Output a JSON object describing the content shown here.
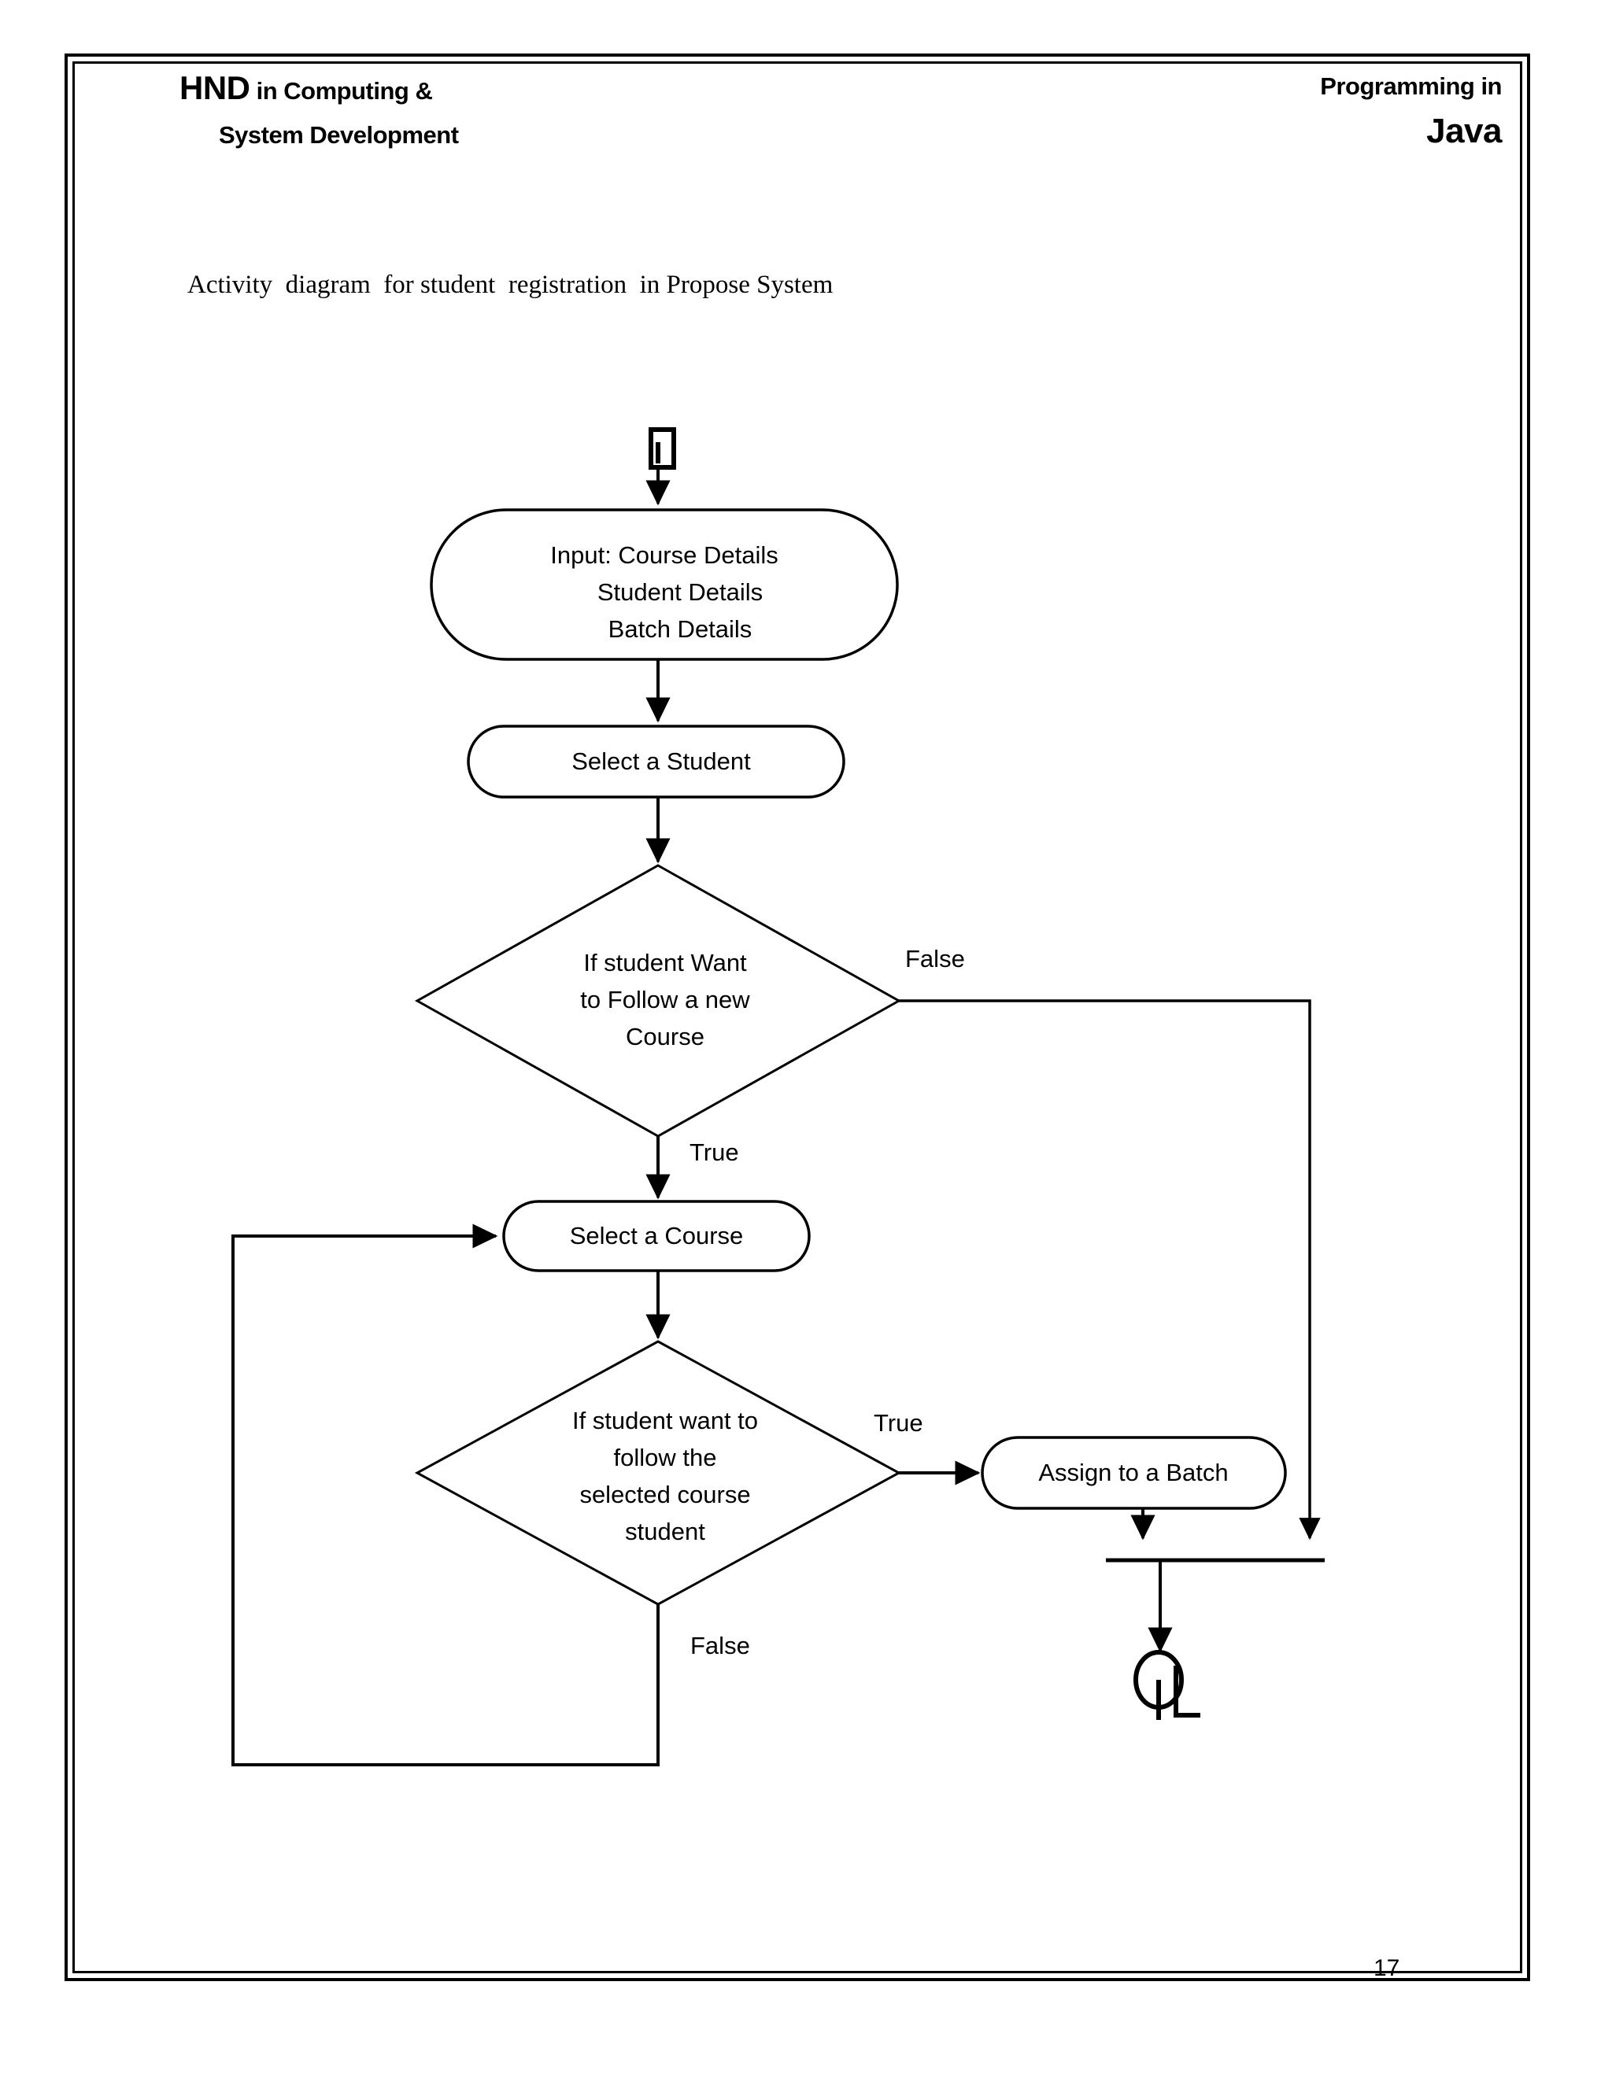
{
  "header": {
    "left_main": "HND",
    "left_main_suffix": " in Computing &",
    "left_second": "System Development",
    "right_first": "Programming in",
    "right_second": "Java"
  },
  "caption": "Activity  diagram  for student  registration  in Propose System",
  "page_number": "17",
  "colors": {
    "ink": "#000000",
    "paper": "#ffffff"
  },
  "chart_data": {
    "type": "diagram",
    "title": "Activity  diagram  for student  registration  in Propose System",
    "nodes": [
      {
        "id": "start",
        "kind": "start-node",
        "label": ""
      },
      {
        "id": "input",
        "kind": "action",
        "label_lines": [
          "Input:  Course Details",
          "Student Details",
          "Batch Details"
        ]
      },
      {
        "id": "select-student",
        "kind": "action",
        "label_lines": [
          "Select  a Student"
        ]
      },
      {
        "id": "decision-new-course",
        "kind": "decision",
        "label_lines": [
          "If student Want",
          "to  Follow a new",
          "Course"
        ]
      },
      {
        "id": "select-course",
        "kind": "action",
        "label_lines": [
          "Select  a Course"
        ]
      },
      {
        "id": "decision-follow-selected",
        "kind": "decision",
        "label_lines": [
          "If student want to",
          "follow the",
          "selected course",
          "student"
        ]
      },
      {
        "id": "assign-batch",
        "kind": "action",
        "label_lines": [
          "Assign to a Batch"
        ]
      },
      {
        "id": "merge-bar",
        "kind": "join-bar",
        "label": ""
      },
      {
        "id": "end",
        "kind": "end-node",
        "label": ""
      }
    ],
    "edges": [
      {
        "from": "start",
        "to": "input",
        "label": ""
      },
      {
        "from": "input",
        "to": "select-student",
        "label": ""
      },
      {
        "from": "select-student",
        "to": "decision-new-course",
        "label": ""
      },
      {
        "from": "decision-new-course",
        "to": "merge-bar",
        "label": "False"
      },
      {
        "from": "decision-new-course",
        "to": "select-course",
        "label": "True"
      },
      {
        "from": "select-course",
        "to": "decision-follow-selected",
        "label": ""
      },
      {
        "from": "decision-follow-selected",
        "to": "assign-batch",
        "label": "True"
      },
      {
        "from": "decision-follow-selected",
        "to": "select-course",
        "label": "False"
      },
      {
        "from": "assign-batch",
        "to": "merge-bar",
        "label": ""
      },
      {
        "from": "merge-bar",
        "to": "end",
        "label": ""
      }
    ],
    "edge_labels": {
      "false_top": "False",
      "true_top": "True",
      "true_bottom": "True",
      "false_bottom": "False"
    }
  },
  "flow": {
    "node_input_line1": "Input:  Course Details",
    "node_input_line2": "Student Details",
    "node_input_line3": "Batch Details",
    "node_select_student": "Select  a Student",
    "decision1_line1": "If student Want",
    "decision1_line2": "to  Follow a new",
    "decision1_line3": "Course",
    "node_select_course": "Select  a Course",
    "decision2_line1": "If student want to",
    "decision2_line2": "follow the",
    "decision2_line3": "selected course",
    "decision2_line4": "student",
    "node_assign_batch": "Assign to a Batch",
    "label_false_top": "False",
    "label_true_top": "True",
    "label_true_bottom": "True",
    "label_false_bottom": "False"
  }
}
